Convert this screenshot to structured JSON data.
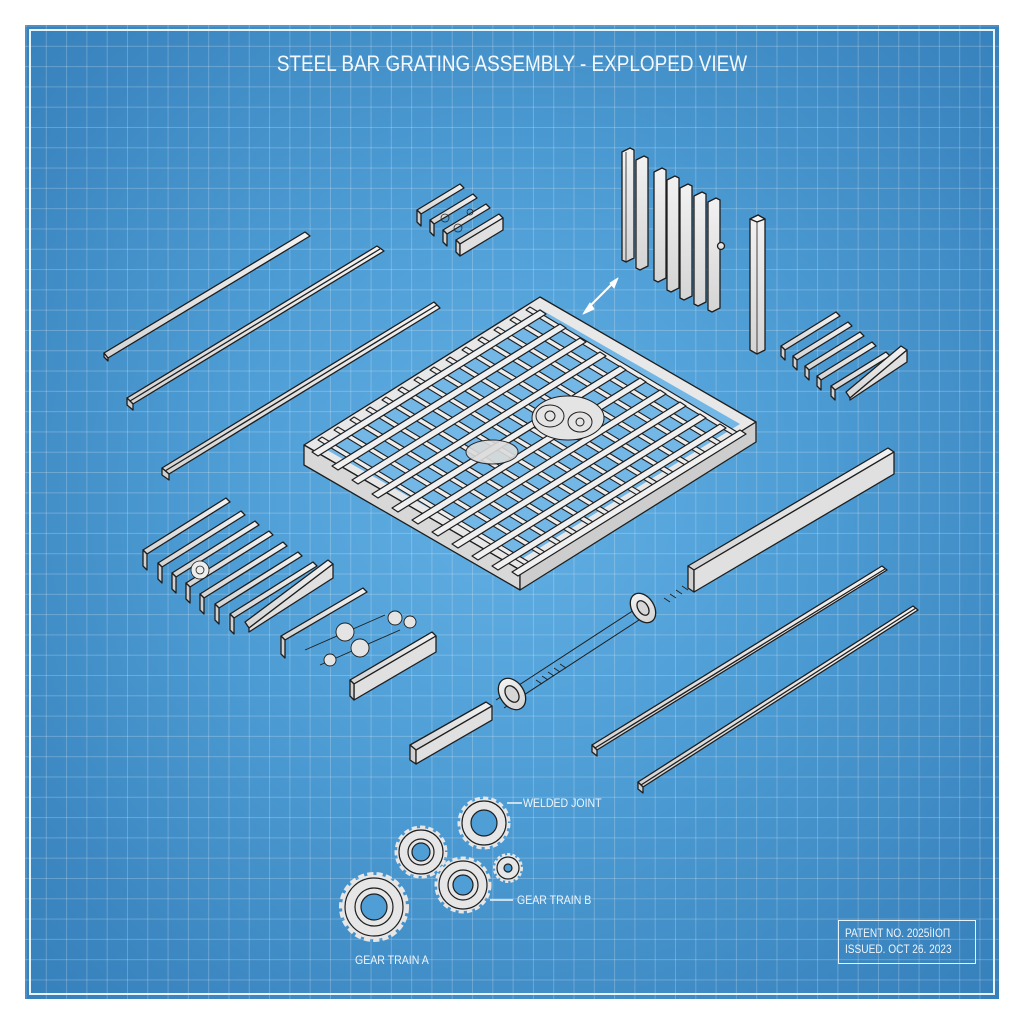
{
  "drawing": {
    "title": "STEEL BAR GRATING ASSEMBLY - EXPLOPED VIEW",
    "colors": {
      "background_edge": "#3680bb",
      "background_center": "#62b0e4",
      "grid_line": "#ffffff",
      "part_fill": "#e6e6e6",
      "part_outline": "#1e1e1e",
      "annotation": "#eef5fb"
    },
    "labels": {
      "welded_joint": "WELDED JOINT",
      "gear_train_b": "GEAR TRAIN B",
      "gear_train_a": "GEAR TRAIN A"
    },
    "title_block": {
      "patent": "PATENT NO. 2025ÍIOП",
      "issued": "ISSUED. OCT 26. 2023"
    },
    "parts": [
      {
        "id": "main-grating-panel",
        "description": "Isometric steel bar grating panel with bearing bars and cross bars, gear mechanism at center"
      },
      {
        "id": "loose-bar-1",
        "description": "Thin square bar, upper left"
      },
      {
        "id": "loose-bar-2",
        "description": "Square bar, upper left"
      },
      {
        "id": "loose-bar-3",
        "description": "Square bar, left of panel"
      },
      {
        "id": "bar-cluster-top",
        "description": "Small cluster of 4 bearing bars, top center"
      },
      {
        "id": "vertical-bar-assembly",
        "description": "Vertical bar assembly, upper right"
      },
      {
        "id": "vertical-post",
        "description": "Single vertical post, right"
      },
      {
        "id": "bar-cluster-right",
        "description": "Cluster of 6 bearing bars, right"
      },
      {
        "id": "bar-cluster-left",
        "description": "Cluster of 8 bearing bars, lower left"
      },
      {
        "id": "gear-frame",
        "description": "Frame with gear shafts, lower left"
      },
      {
        "id": "drive-shaft",
        "description": "Long shaft with spring and two gear hubs"
      },
      {
        "id": "loose-bar-4",
        "description": "Square bar, lower right"
      },
      {
        "id": "loose-bar-5",
        "description": "Square bar, lower right"
      },
      {
        "id": "gear-set",
        "description": "Five loose spur gears, bottom"
      }
    ]
  }
}
